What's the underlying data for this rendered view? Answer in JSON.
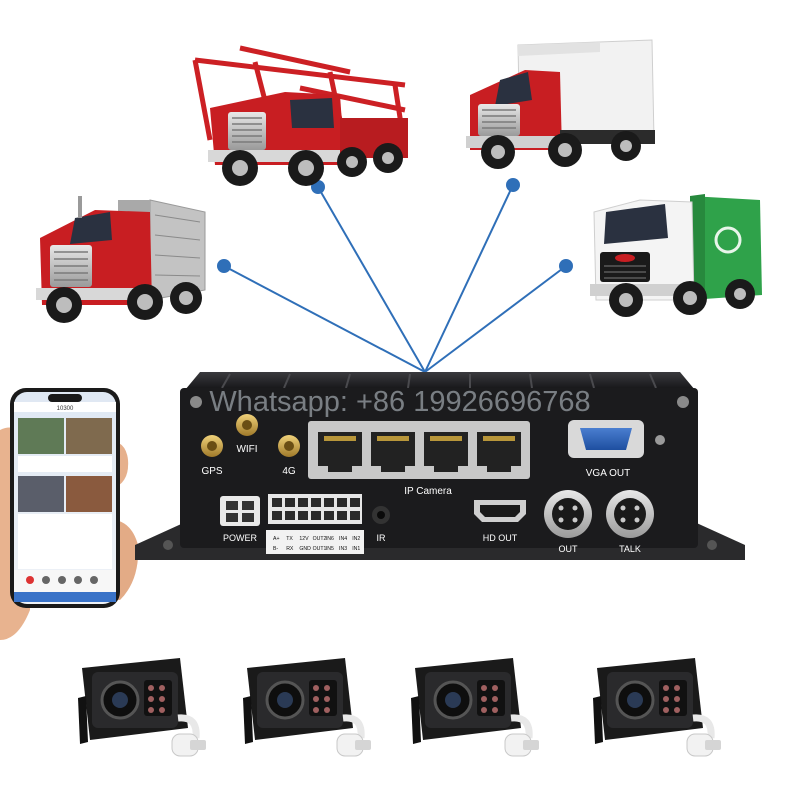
{
  "watermark": "Whatsapp: +86 19926696768",
  "dvr": {
    "labels": {
      "gps": "GPS",
      "wifi": "WIFI",
      "g4": "4G",
      "ip_camera": "IP Camera",
      "vga_out": "VGA  OUT",
      "power": "POWER",
      "ir": "IR",
      "hd_out": "HD OUT",
      "out": "OUT",
      "talk": "TALK"
    },
    "io_top": [
      "A+",
      "TX",
      "12V",
      "OUT2",
      "IN6",
      "IN4",
      "IN2"
    ],
    "io_bottom": [
      "B-",
      "RX",
      "GND",
      "OUT1",
      "IN5",
      "IN3",
      "IN1"
    ]
  },
  "phone": {
    "status_title": "10300"
  },
  "colors": {
    "dvr_body": "#1b1b1d",
    "dvr_face": "#222226",
    "gold": "#c9a24a",
    "link_line": "#2f6fb8",
    "truck_red": "#c81e22",
    "garbage_green": "#2fa24a",
    "box_white": "#f2f2f2",
    "watermark": "#9aa0a6"
  },
  "icons": [
    "truck-icon",
    "phone-icon",
    "camera-icon",
    "antenna-icon",
    "rj45-port-icon",
    "hdmi-port-icon",
    "vga-port-icon",
    "aviation-connector-icon"
  ]
}
